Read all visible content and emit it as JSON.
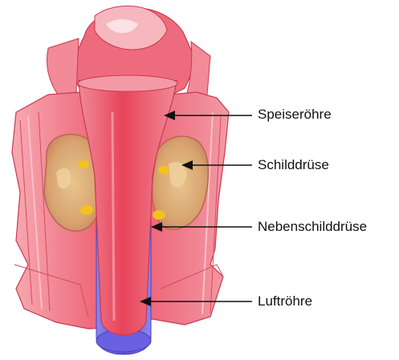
{
  "labels": {
    "speiseroehre": "Speiseröhre",
    "schilddruese": "Schilddrüse",
    "nebenschilddruese": "Nebenschilddrüse",
    "luftroehre": "Luftröhre"
  },
  "colors": {
    "tissue": "#ee5d70",
    "tissue_light": "#f6a0aa",
    "tissue_dark": "#c93a4f",
    "thyroid": "#d9b07a",
    "parathyroid": "#f4c21a",
    "trachea": "#7a6fe0",
    "arrow": "#111111"
  }
}
